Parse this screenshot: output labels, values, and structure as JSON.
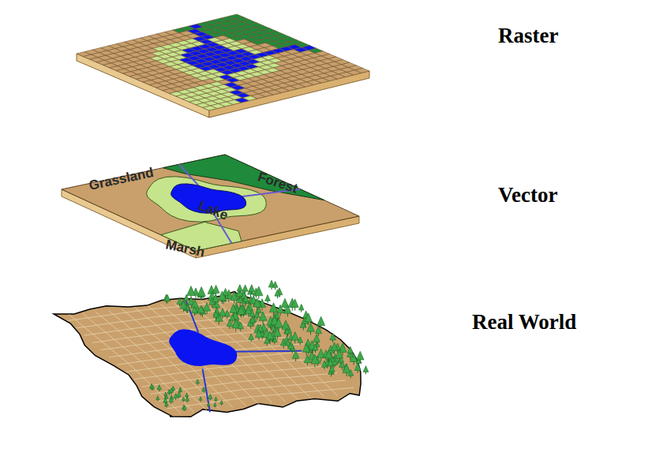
{
  "diagram": {
    "labels": [
      "Raster",
      "Vector",
      "Real World",
      "Grassland",
      "Forest",
      "Lake",
      "Marsh"
    ]
  }
}
